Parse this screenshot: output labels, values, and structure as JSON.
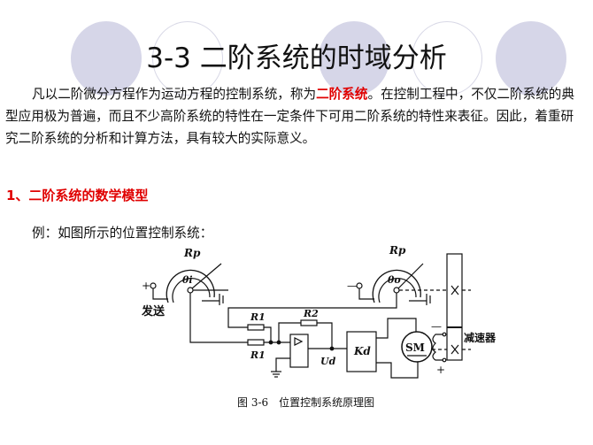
{
  "title": "3-3 二阶系统的时域分析",
  "paragraph": {
    "before": "凡以二阶微分方程作为运动方程的控制系统，称为",
    "highlight": "二阶系统",
    "after": "。在控制工程中，不仅二阶系统的典型应用极为普遍，而且不少高阶系统的特性在一定条件下可用二阶系统的特性来表征。因此，着重研究二阶系统的分析和计算方法，具有较大的实际意义。"
  },
  "section_heading": "1、二阶系统的数学模型",
  "example_text": "例：如图所示的位置控制系统：",
  "figure": {
    "caption": "图 3-6　位置控制系统原理图",
    "labels": {
      "rp_left": "Rp",
      "rp_right": "Rp",
      "theta_i": "θi",
      "theta_o": "θo",
      "plus_left": "+",
      "minus_right": "—",
      "sender": "发送",
      "r1_top": "R1",
      "r1_bottom": "R1",
      "r2": "R2",
      "ud": "Ud",
      "kd": "Kd",
      "motor": "SM",
      "reducer": "减速器",
      "field_minus": "—",
      "field_plus": "+"
    }
  },
  "colors": {
    "accent_red": "#e00000",
    "circle_fill": "#d6d6e8"
  }
}
